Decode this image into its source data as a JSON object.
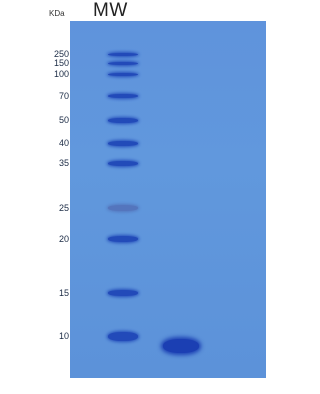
{
  "header": {
    "unit": "KDa",
    "lane_title": "MW"
  },
  "ladder": [
    {
      "label": "250"
    },
    {
      "label": "150"
    },
    {
      "label": "100"
    },
    {
      "label": "70"
    },
    {
      "label": "50"
    },
    {
      "label": "40"
    },
    {
      "label": "35"
    },
    {
      "label": "25"
    },
    {
      "label": "20"
    },
    {
      "label": "15"
    },
    {
      "label": "10"
    }
  ],
  "colors": {
    "gel_background": "#6096dc",
    "ladder_band": "#1f47b8",
    "ladder_band_faint": "#4f68b0",
    "sample_band": "#1b3fb3"
  }
}
